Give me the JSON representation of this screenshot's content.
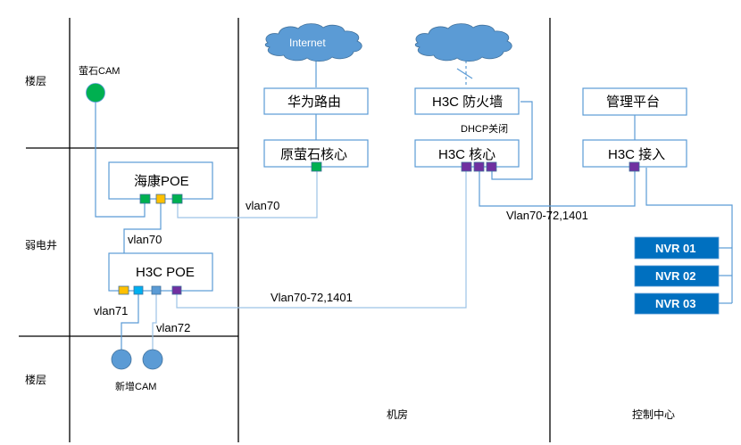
{
  "zones": {
    "rows": [
      {
        "label": "楼层"
      },
      {
        "label": "弱电井"
      },
      {
        "label": "楼层"
      }
    ],
    "columns": [
      {
        "label": "机房"
      },
      {
        "label": "控制中心"
      }
    ]
  },
  "clouds": {
    "internet": {
      "label": "Internet"
    },
    "firewall_uplink": {
      "label": ""
    }
  },
  "devices": {
    "huawei_router": {
      "label": "华为路由"
    },
    "ys_core": {
      "label": "原萤石核心"
    },
    "h3c_firewall": {
      "label": "H3C 防火墙"
    },
    "h3c_core": {
      "label": "H3C 核心"
    },
    "mgmt_platform": {
      "label": "管理平台"
    },
    "h3c_access": {
      "label": "H3C 接入"
    },
    "hik_poe": {
      "label": "海康POE"
    },
    "h3c_poe": {
      "label": "H3C POE"
    },
    "nvr": [
      {
        "label": "NVR 01"
      },
      {
        "label": "NVR 02"
      },
      {
        "label": "NVR 03"
      }
    ]
  },
  "cameras": {
    "ys_cam": {
      "label": "萤石CAM"
    },
    "new_cam": {
      "label": "新增CAM"
    }
  },
  "annotations": {
    "dhcp": "DHCP关闭",
    "vlan70_hik_to_core": "vlan70",
    "vlan70_hik_to_h3c": "vlan70",
    "vlan71": "vlan71",
    "vlan72": "vlan72",
    "trunk_poe_to_core": "Vlan70-72,1401",
    "trunk_core_to_access": "Vlan70-72,1401"
  },
  "colors": {
    "grid_line": "#000000",
    "link": "#5b9bd5",
    "link_light": "#9dc3e6",
    "box_border": "#5b9bd5",
    "cloud_fill": "#5b9bd5",
    "nvr_fill": "#0070c0",
    "port_green": "#00b050",
    "port_yellow": "#ffc000",
    "port_cyan": "#00b0f0",
    "port_blue": "#5b9bd5",
    "port_purple": "#7030a0",
    "cam_green": "#00b050",
    "cam_blue": "#5b9bd5"
  }
}
